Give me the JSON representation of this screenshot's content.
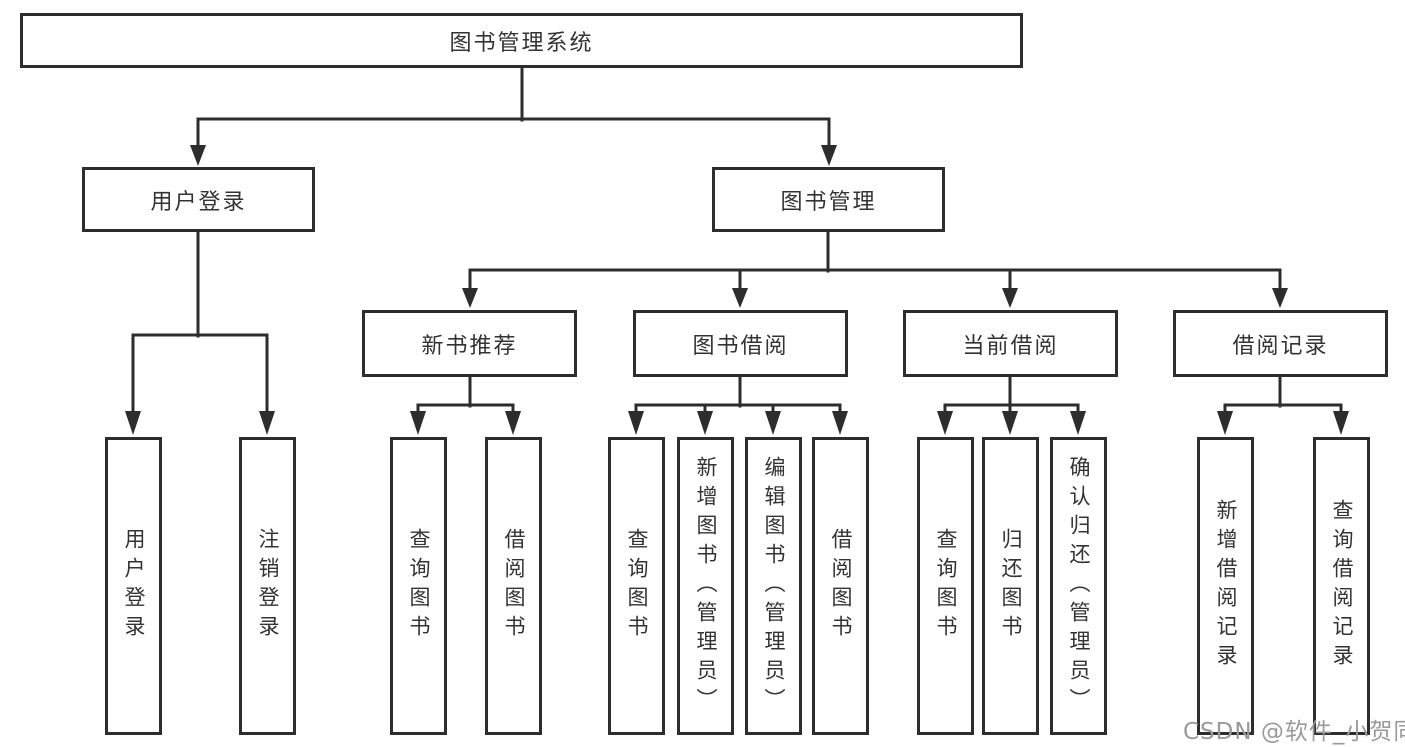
{
  "diagram": {
    "title": "图书管理系统",
    "nodes": {
      "root": "图书管理系统",
      "user_login": "用户登录",
      "book_mgmt": "图书管理",
      "new_book": "新书推荐",
      "book_borrow": "图书借阅",
      "current_borrow": "当前借阅",
      "borrow_record": "借阅记录",
      "leaf_user_login": "用户登录",
      "leaf_logout": "注销登录",
      "leaf_nb_query": "查询图书",
      "leaf_nb_borrow": "借阅图书",
      "leaf_bb_query": "查询图书",
      "leaf_bb_add": "新增图书（管理员）",
      "leaf_bb_edit": "编辑图书（管理员）",
      "leaf_bb_borrow": "借阅图书",
      "leaf_cb_query": "查询图书",
      "leaf_cb_return": "归还图书",
      "leaf_cb_confirm": "确认归还（管理员）",
      "leaf_br_add": "新增借阅记录",
      "leaf_br_query": "查询借阅记录"
    },
    "colors": {
      "line": "#2d2d2d",
      "node_text": "#333333",
      "node_fill": "#ffffff",
      "watermark_text": "#9a9a9a",
      "background": "#ffffff"
    }
  },
  "watermark": "CSDN @软件_小贺同学"
}
